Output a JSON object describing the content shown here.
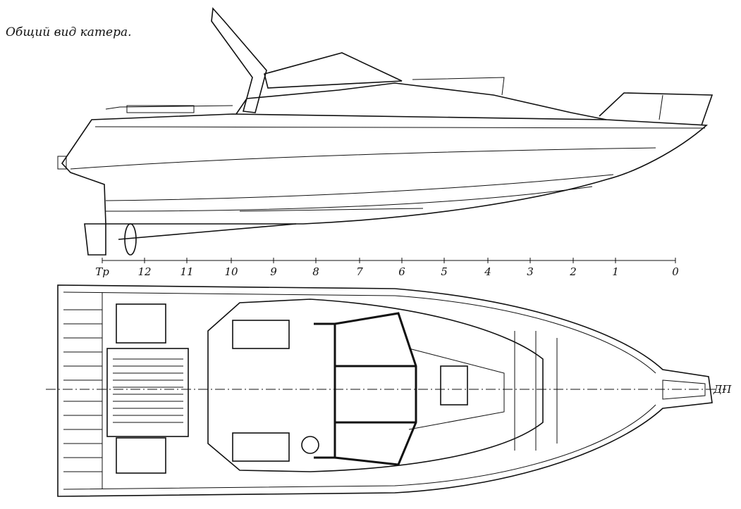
{
  "caption": "Общий вид катера.",
  "scale": {
    "stations": [
      "Тр",
      "12",
      "11",
      "10",
      "9",
      "8",
      "7",
      "6",
      "5",
      "4",
      "3",
      "2",
      "1",
      "0"
    ]
  },
  "centerline_label": "ДП"
}
